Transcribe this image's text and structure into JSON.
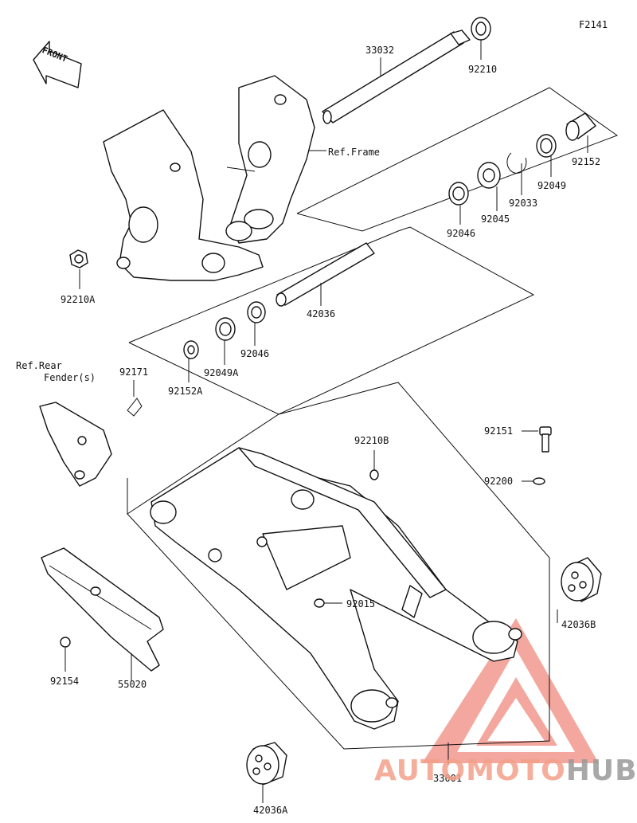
{
  "diagram": {
    "figure_code": "F2141",
    "front_label": "FRONT",
    "ref_labels": {
      "frame": "Ref.Frame",
      "rear_fender_line1": "Ref.Rear",
      "rear_fender_line2": "Fender(s)"
    },
    "parts": {
      "p33032": "33032",
      "p92210": "92210",
      "p92210A": "92210A",
      "p92152": "92152",
      "p92049": "92049",
      "p92033": "92033",
      "p92045": "92045",
      "p92046_upper": "92046",
      "p42036": "42036",
      "p92046_lower": "92046",
      "p92049A": "92049A",
      "p92152A": "92152A",
      "p92171": "92171",
      "p92210B": "92210B",
      "p92151": "92151",
      "p92200": "92200",
      "p92015": "92015",
      "p42036B": "42036B",
      "p92154": "92154",
      "p55020": "55020",
      "p33001": "33001",
      "p42036A": "42036A"
    }
  },
  "watermark": {
    "part1": "AUTO",
    "part2": "MOTO",
    "part3": "HUB",
    "color_auto": "#f4a08a",
    "color_moto": "#f4a08a",
    "color_hub": "#9a9a9a",
    "logo_color": "#f08a7e"
  }
}
